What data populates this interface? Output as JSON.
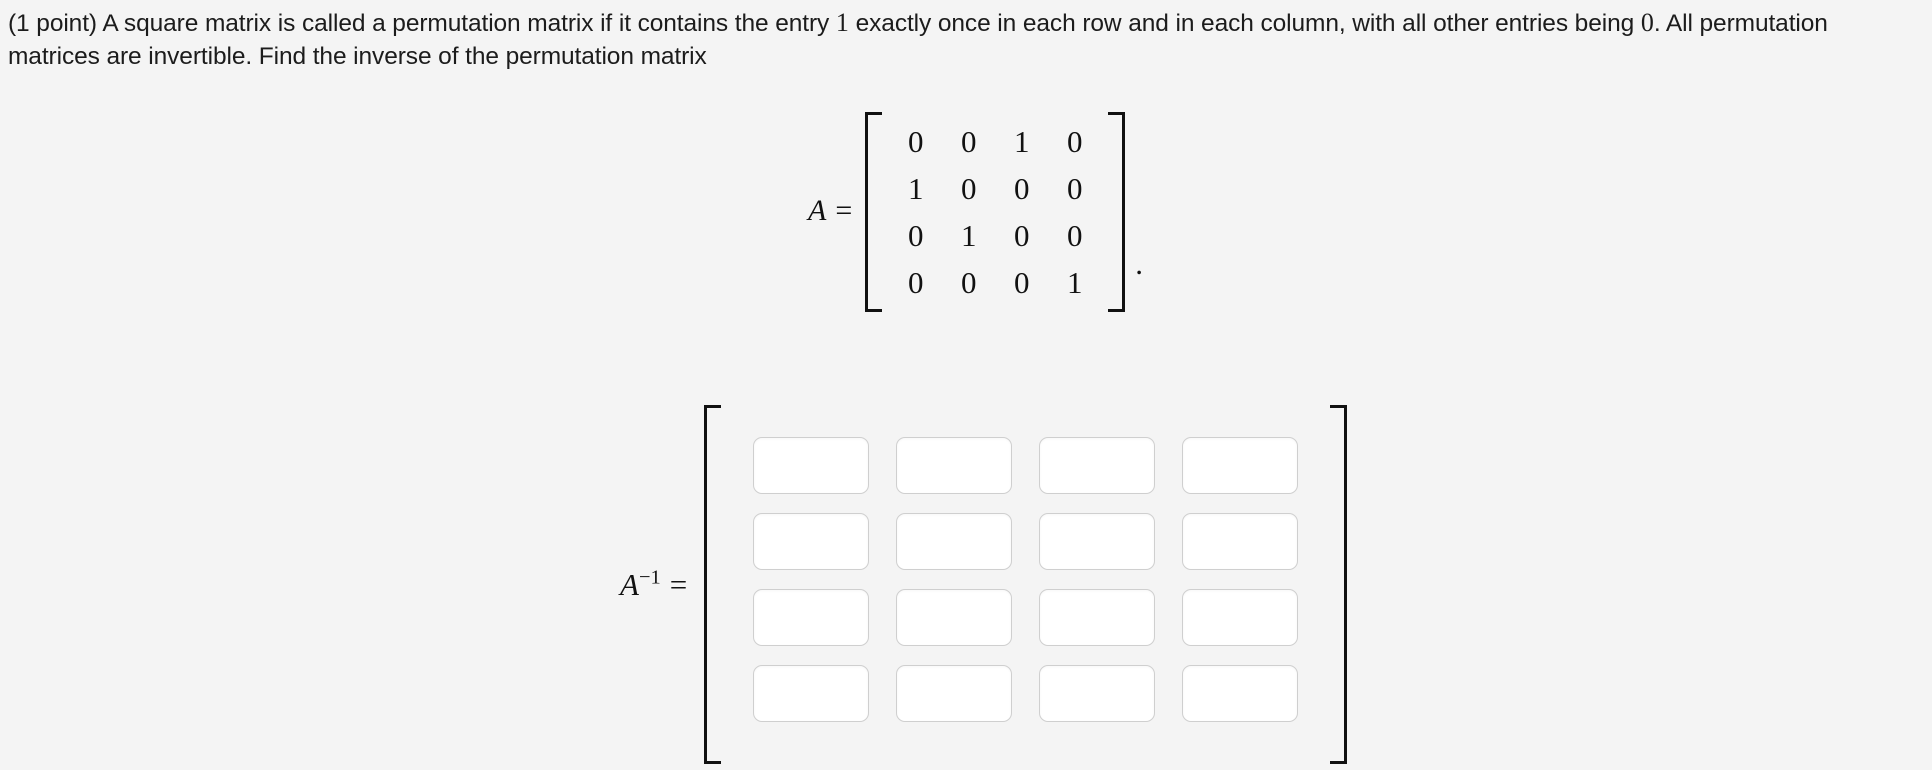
{
  "page": {
    "background_color": "#f4f4f4",
    "text_color": "#1c1c1c"
  },
  "problem": {
    "points_label": "(1 point)",
    "sentence_part_1": " A square matrix is called a permutation matrix if it contains the entry ",
    "entry_one": "1",
    "sentence_part_2": " exactly once in each row and in each column, with all other entries being ",
    "entry_zero": "0",
    "sentence_part_3": ". All permutation matrices are invertible. Find the inverse of the permutation matrix",
    "full_text": "(1 point) A square matrix is called a permutation matrix if it contains the entry 1 exactly once in each row and in each column, with all other entries being 0. All permutation matrices are invertible. Find the inverse of the permutation matrix"
  },
  "matrix_a": {
    "label_symbol": "A",
    "label_equals": "=",
    "rows": [
      [
        "0",
        "0",
        "1",
        "0"
      ],
      [
        "1",
        "0",
        "0",
        "0"
      ],
      [
        "0",
        "1",
        "0",
        "0"
      ],
      [
        "0",
        "0",
        "0",
        "1"
      ]
    ],
    "trailing_punctuation": ".",
    "bracket_style": "square",
    "bracket_color": "#111111"
  },
  "answer_matrix": {
    "label_symbol": "A",
    "label_superscript_minus": "−",
    "label_superscript_one": "1",
    "label_equals": "=",
    "bracket_style": "square",
    "bracket_color": "#111111",
    "rows": 4,
    "columns": 4,
    "cells": [
      {
        "name": "answer-cell-r1c1",
        "value": "",
        "placeholder": ""
      },
      {
        "name": "answer-cell-r1c2",
        "value": "",
        "placeholder": ""
      },
      {
        "name": "answer-cell-r1c3",
        "value": "",
        "placeholder": ""
      },
      {
        "name": "answer-cell-r1c4",
        "value": "",
        "placeholder": ""
      },
      {
        "name": "answer-cell-r2c1",
        "value": "",
        "placeholder": ""
      },
      {
        "name": "answer-cell-r2c2",
        "value": "",
        "placeholder": ""
      },
      {
        "name": "answer-cell-r2c3",
        "value": "",
        "placeholder": ""
      },
      {
        "name": "answer-cell-r2c4",
        "value": "",
        "placeholder": ""
      },
      {
        "name": "answer-cell-r3c1",
        "value": "",
        "placeholder": ""
      },
      {
        "name": "answer-cell-r3c2",
        "value": "",
        "placeholder": ""
      },
      {
        "name": "answer-cell-r3c3",
        "value": "",
        "placeholder": ""
      },
      {
        "name": "answer-cell-r3c4",
        "value": "",
        "placeholder": ""
      },
      {
        "name": "answer-cell-r4c1",
        "value": "",
        "placeholder": ""
      },
      {
        "name": "answer-cell-r4c2",
        "value": "",
        "placeholder": ""
      },
      {
        "name": "answer-cell-r4c3",
        "value": "",
        "placeholder": ""
      },
      {
        "name": "answer-cell-r4c4",
        "value": "",
        "placeholder": ""
      }
    ]
  }
}
